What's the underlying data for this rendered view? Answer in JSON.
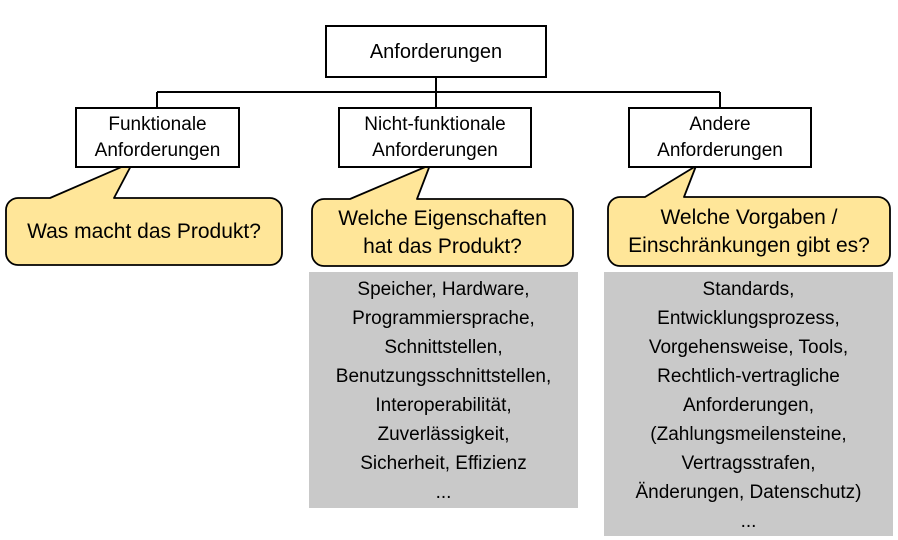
{
  "colors": {
    "callout_fill": "#FFE699",
    "callout_border": "#000000",
    "node_fill": "#FFFFFF",
    "node_border": "#000000",
    "examples_fill": "#C9C9C9",
    "line": "#000000",
    "text": "#000000"
  },
  "root": {
    "label": "Anforderungen"
  },
  "branches": [
    {
      "label": "Funktionale\nAnforderungen",
      "question": "Was macht das Produkt?"
    },
    {
      "label": "Nicht-funktionale\nAnforderungen",
      "question": "Welche Eigenschaften\nhat das Produkt?",
      "examples": "Speicher, Hardware,\nProgrammiersprache,\nSchnittstellen,\nBenutzungsschnittstellen,\nInteroperabilität,\nZuverlässigkeit,\nSicherheit, Effizienz\n..."
    },
    {
      "label": "Andere\nAnforderungen",
      "question": "Welche Vorgaben /\nEinschränkungen gibt es?",
      "examples": "Standards,\nEntwicklungsprozess,\nVorgehensweise, Tools,\nRechtlich-vertragliche\nAnforderungen,\n(Zahlungsmeilensteine,\nVertragsstrafen,\nÄnderungen, Datenschutz)\n..."
    }
  ]
}
